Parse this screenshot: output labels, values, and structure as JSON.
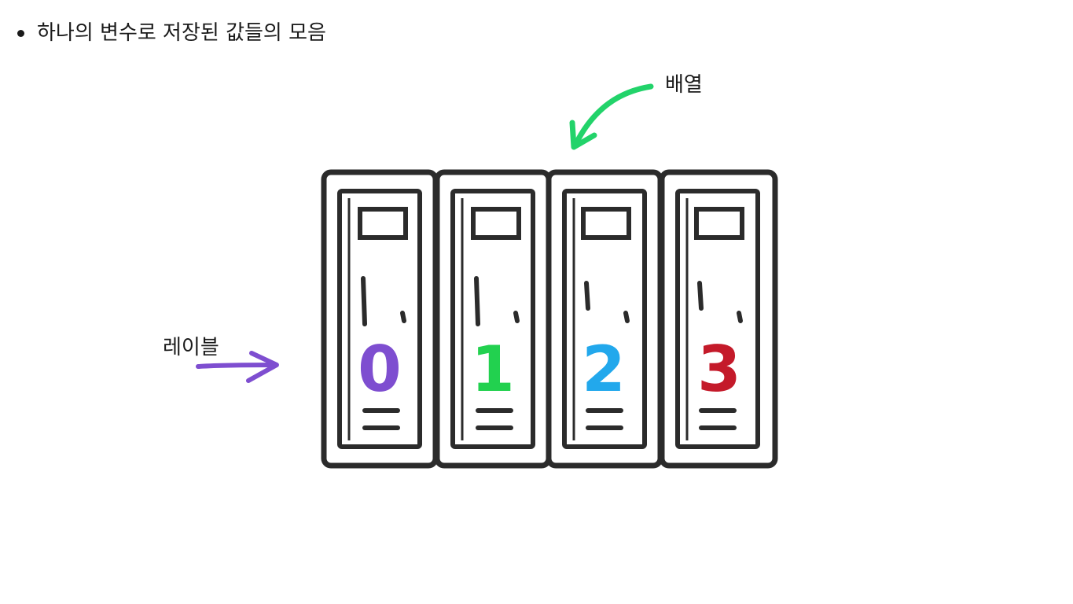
{
  "bullet": {
    "text": "하나의 변수로 저장된 값들의 모음"
  },
  "callouts": {
    "array": "배열",
    "label": "레이블"
  },
  "colors": {
    "ink": "#2b2b2b",
    "array_arrow": "#22d36a",
    "label_arrow": "#7e4ed0"
  },
  "lockers": [
    {
      "label": "0",
      "color": "#7e4ed0"
    },
    {
      "label": "1",
      "color": "#22d14f"
    },
    {
      "label": "2",
      "color": "#22a8ec"
    },
    {
      "label": "3",
      "color": "#c41a2a"
    }
  ]
}
